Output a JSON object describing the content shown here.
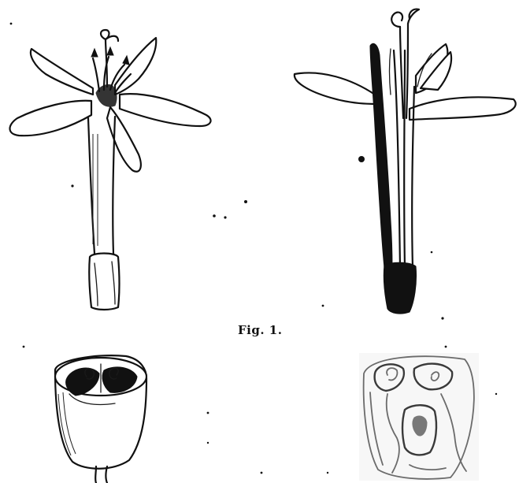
{
  "figure": {
    "caption": "Fig. 1."
  },
  "illustrations": [
    {
      "id": "flower-whole"
    },
    {
      "id": "flower-section"
    },
    {
      "id": "ovary-cross-section"
    },
    {
      "id": "ovary-section-grey"
    }
  ],
  "colors": {
    "ink": "#111111",
    "paper": "#ffffff",
    "grey_ink": "#6b6b6b"
  }
}
